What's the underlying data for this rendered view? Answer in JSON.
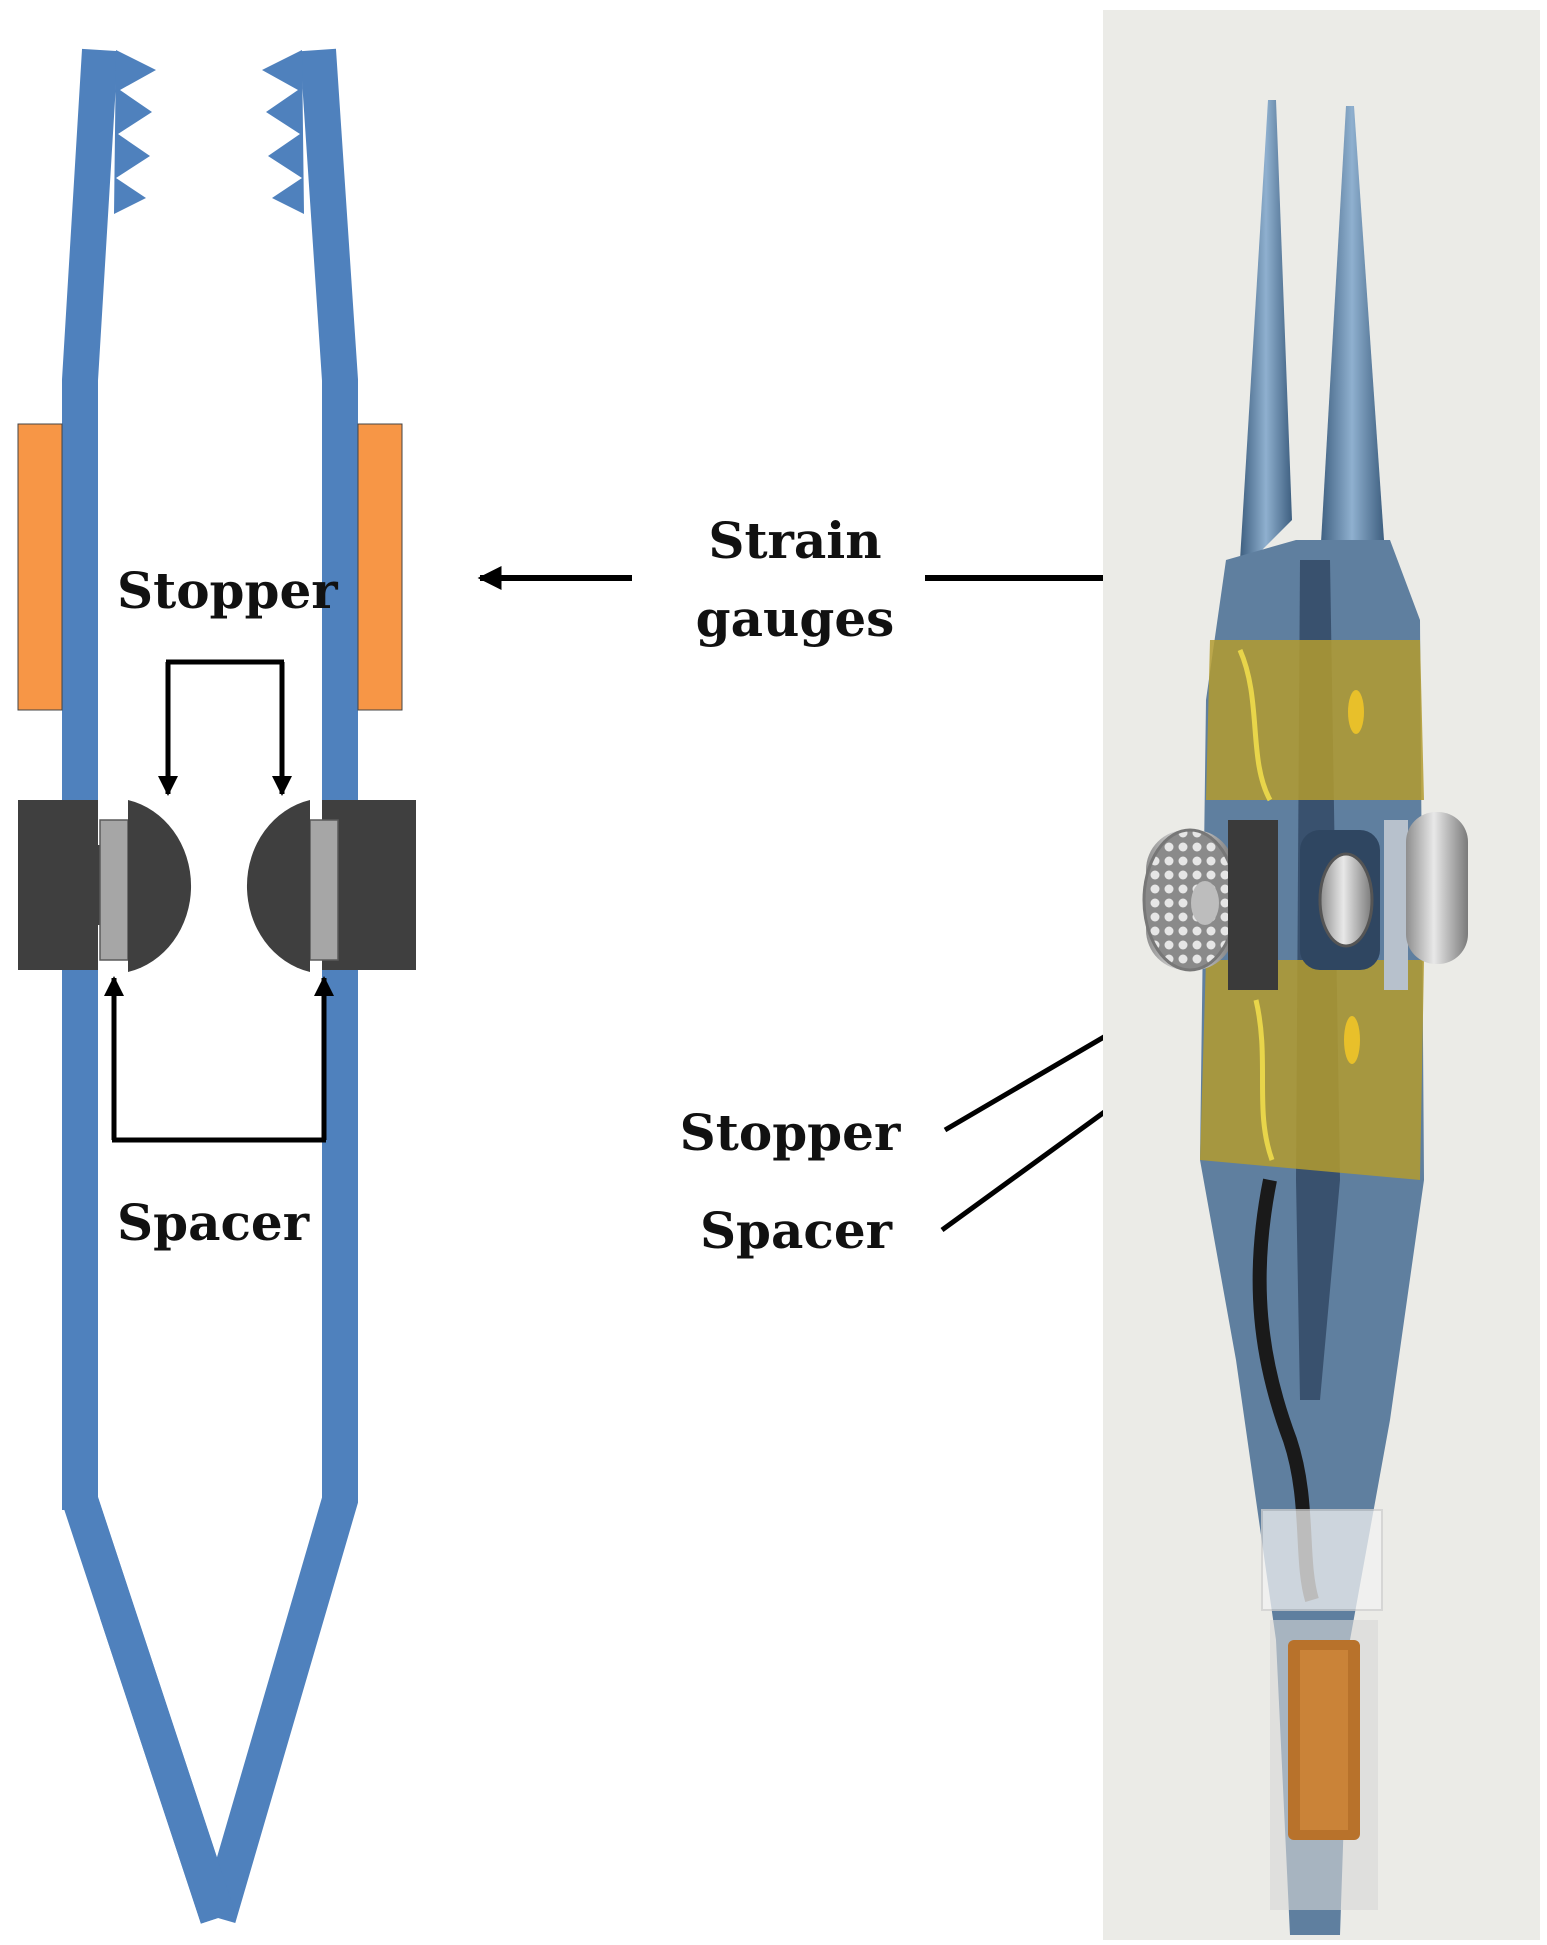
{
  "labels": {
    "stopper_left": "Stopper",
    "spacer_left": "Spacer",
    "strain_line1": "Strain",
    "strain_line2": "gauges",
    "stopper_right": "Stopper",
    "spacer_right": "Spacer"
  },
  "colors": {
    "tweezer_blue": "#4f81bd",
    "strain_gauge_orange": "#f79646",
    "clamp_dark": "#3f3f3f",
    "spacer_gray": "#a6a6a6",
    "arrow_black": "#000000",
    "photo_background": "#eeeeec",
    "photo_tweezer": "#5f7f9f",
    "photo_tape": "#b39b2f",
    "photo_cap": "#c0c0c0"
  }
}
